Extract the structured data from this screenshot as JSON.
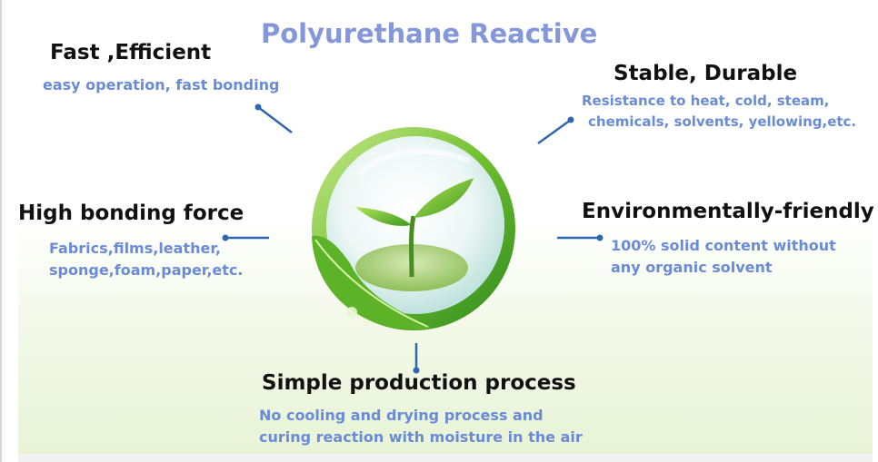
{
  "title": "Polyurethane Reactive",
  "features": {
    "fast": {
      "heading": "Fast ,Efficient",
      "desc_lines": [
        "easy operation, fast bonding"
      ]
    },
    "stable": {
      "heading": "Stable, Durable",
      "desc_lines": [
        "Resistance to heat, cold, steam,",
        "chemicals, solvents, yellowing,etc."
      ]
    },
    "bonding": {
      "heading": "High bonding force",
      "desc_lines": [
        "Fabrics,films,leather,",
        "sponge,foam,paper,etc."
      ]
    },
    "eco": {
      "heading": "Environmentally-friendly",
      "desc_lines": [
        "100% solid content without",
        "any organic solvent"
      ]
    },
    "simple": {
      "heading": "Simple production process",
      "desc_lines": [
        "No cooling and drying process and",
        "curing reaction with moisture in the air"
      ]
    }
  },
  "colors": {
    "title": "#8497d9",
    "heading": "#111111",
    "description": "#6a8bd6",
    "connector": "#2f66ad",
    "leaf_green": "#6fbe2e"
  }
}
